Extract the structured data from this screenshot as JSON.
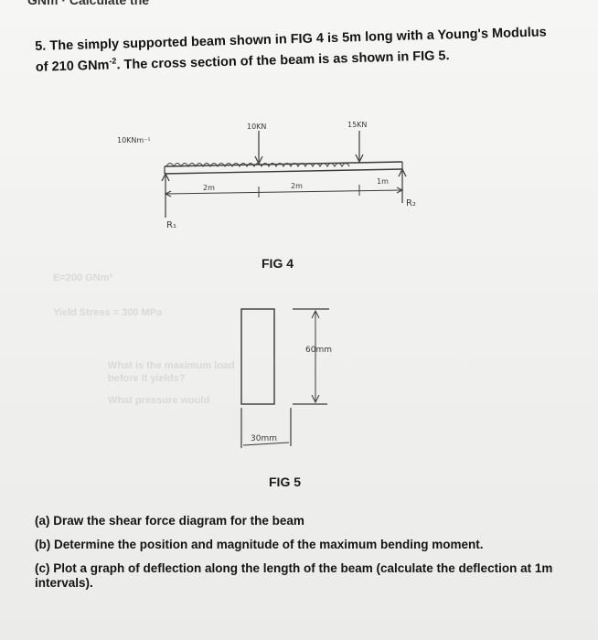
{
  "header_fragment": "GNm · Calculate the",
  "question": {
    "number": "5.",
    "line1": "The simply supported beam shown in FIG 4 is 5m long with a Young's Modulus",
    "line2_pre": "of 210 GNm",
    "line2_sup": "-2",
    "line2_post": ". The cross section of the beam is as shown in FIG 5."
  },
  "fig4": {
    "udl_label": "10KNm⁻¹",
    "point_load_1": "10KN",
    "point_load_2": "15KN",
    "span_1": "2m",
    "span_2": "2m",
    "span_3": "1m",
    "reaction_left": "R₁",
    "reaction_right": "R₂",
    "caption": "FIG 4"
  },
  "fig5": {
    "height_label": "60mm",
    "width_label": "30mm",
    "caption": "FIG 5"
  },
  "parts": [
    {
      "label": "(a)",
      "text": "Draw the shear force diagram for the beam"
    },
    {
      "label": "(b)",
      "text": "Determine the position and magnitude of the maximum bending moment."
    },
    {
      "label": "(c)",
      "text": "Plot a graph of deflection along the length of the beam (calculate the deflection at 1m intervals)."
    }
  ],
  "bleed_through": [
    "E=200 GNm²",
    "Yield Stress = 300 MPa",
    "What is the maximum load",
    "What pressure would",
    "before it yields?"
  ]
}
